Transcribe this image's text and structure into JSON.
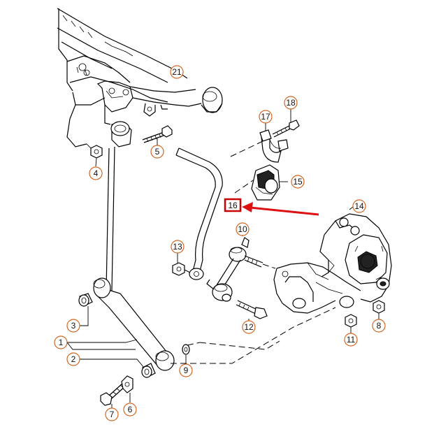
{
  "callouts": {
    "c1": "1",
    "c2": "2",
    "c3": "3",
    "c4": "4",
    "c5": "5",
    "c6": "6",
    "c7": "7",
    "c8": "8",
    "c9": "9",
    "c10": "10",
    "c11": "11",
    "c12": "12",
    "c13": "13",
    "c14": "14",
    "c15": "15",
    "c16": "16",
    "c17": "17",
    "c18": "18",
    "c21": "21"
  },
  "highlight": {
    "box_color": "#cc0000",
    "arrow_color": "#dd1111",
    "target": "16"
  },
  "colors": {
    "callout_ring": "#d4641e",
    "line": "#000000"
  }
}
